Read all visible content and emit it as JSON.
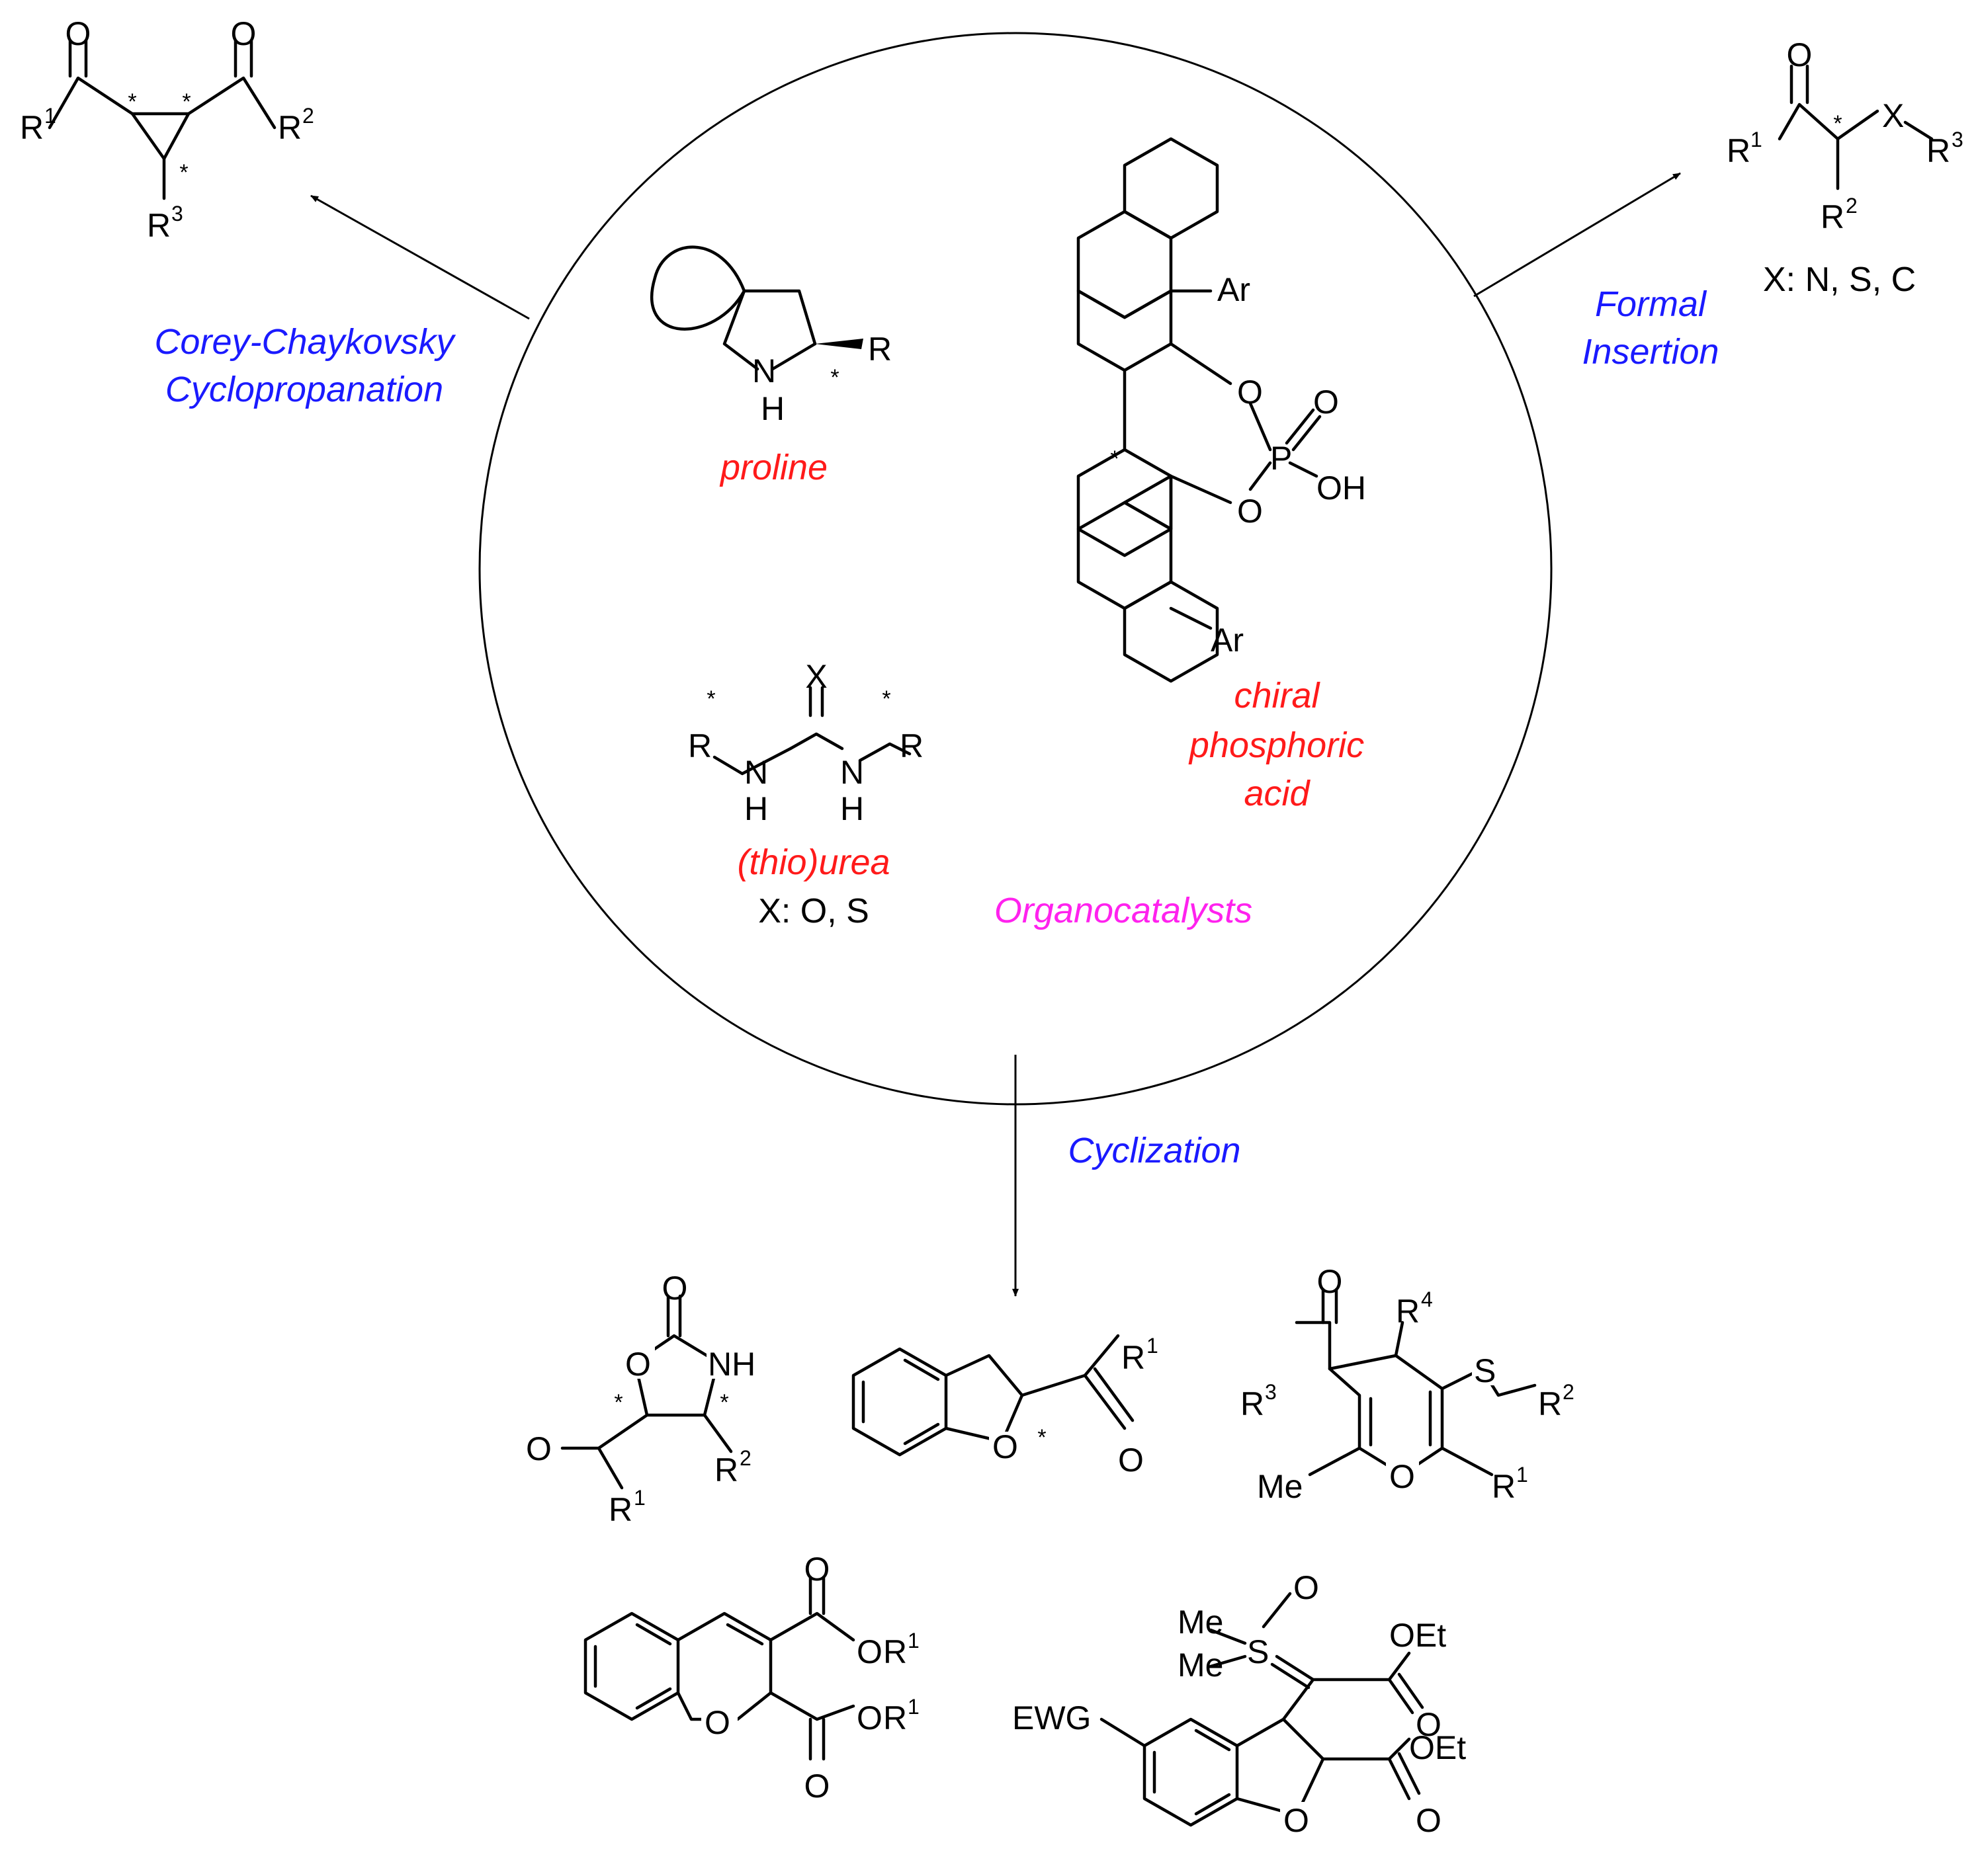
{
  "colors": {
    "reaction_label": "#1a1aff",
    "catalyst_label": "#ff1a1a",
    "center_label": "#ff22ee"
  },
  "center": {
    "title": "Organocatalysts",
    "catalysts": {
      "proline": "proline",
      "thiourea": "(thio)urea",
      "thiourea_x": "X: O, S",
      "cpa_line1": "chiral",
      "cpa_line2": "phosphoric",
      "cpa_line3": "acid"
    }
  },
  "reactions": {
    "left_line1": "Corey-Chaykovsky",
    "left_line2": "Cyclopropanation",
    "right_line1": "Formal",
    "right_line2": "Insertion",
    "right_x": "X: N, S, C",
    "bottom": "Cyclization"
  },
  "atoms": {
    "O": "O",
    "N": "N",
    "H": "H",
    "R": "R",
    "R1": "R",
    "R2": "R",
    "R3": "R",
    "R4": "R",
    "n1": "1",
    "n2": "2",
    "n3": "3",
    "n4": "4",
    "Ar": "Ar",
    "P": "P",
    "OH": "OH",
    "X": "X",
    "S": "S",
    "Me": "Me",
    "NH": "NH",
    "OEt": "OEt",
    "EWG": "EWG",
    "star": "*"
  }
}
